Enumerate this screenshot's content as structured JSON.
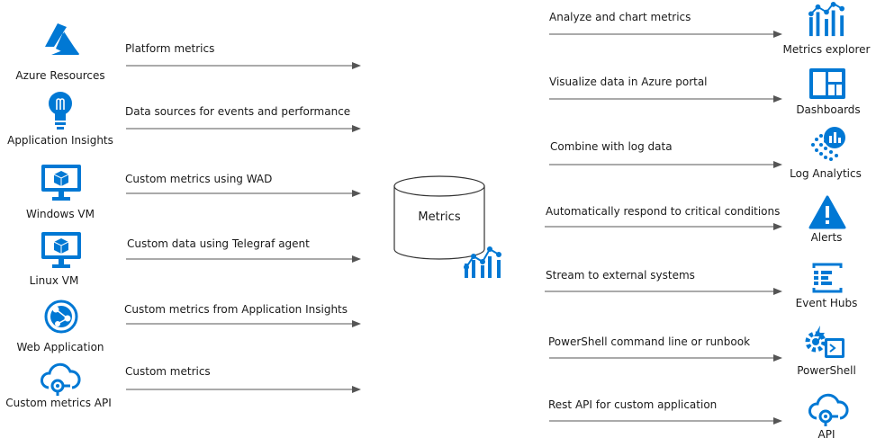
{
  "colors": {
    "accent": "#0078d4",
    "arrow": "#555555",
    "cylinder": "#333333"
  },
  "store": {
    "label": "Metrics",
    "icon": "metrics-chart-icon"
  },
  "sources": [
    {
      "label": "Azure Resources",
      "edge": "Platform metrics",
      "icon": "azure-logo-icon"
    },
    {
      "label": "Application Insights",
      "edge": "Data sources for events and performance",
      "icon": "lightbulb-icon"
    },
    {
      "label": "Windows VM",
      "edge": "Custom metrics using WAD",
      "icon": "monitor-cube-icon"
    },
    {
      "label": "Linux VM",
      "edge": "Custom data using Telegraf agent",
      "icon": "monitor-cube-icon"
    },
    {
      "label": "Web Application",
      "edge": "Custom metrics from Application Insights",
      "icon": "globe-icon"
    },
    {
      "label": "Custom metrics API",
      "edge": "Custom metrics",
      "icon": "cloud-api-icon"
    }
  ],
  "consumers": [
    {
      "label": "Metrics explorer",
      "edge": "Analyze and chart metrics",
      "icon": "metrics-chart-icon"
    },
    {
      "label": "Dashboards",
      "edge": "Visualize data in Azure portal",
      "icon": "dashboard-icon"
    },
    {
      "label": "Log Analytics",
      "edge": "Combine with log data",
      "icon": "log-analytics-icon"
    },
    {
      "label": "Alerts",
      "edge": "Automatically respond to critical conditions",
      "icon": "alert-icon"
    },
    {
      "label": "Event Hubs",
      "edge": "Stream to external systems",
      "icon": "event-hubs-icon"
    },
    {
      "label": "PowerShell",
      "edge": "PowerShell command line or runbook",
      "icon": "powershell-icon"
    },
    {
      "label": "API",
      "edge": "Rest API for custom application",
      "icon": "cloud-api-icon"
    }
  ]
}
